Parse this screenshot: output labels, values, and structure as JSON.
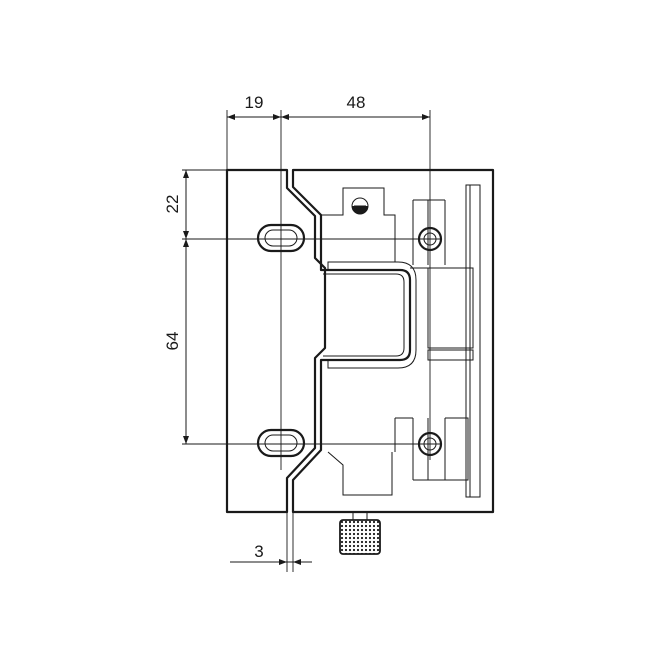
{
  "dimensions": {
    "top_left": "19",
    "top_right": "48",
    "left_upper": "22",
    "left_lower": "64",
    "bottom": "3"
  },
  "colors": {
    "line": "#1a1a1a",
    "background": "#ffffff"
  }
}
